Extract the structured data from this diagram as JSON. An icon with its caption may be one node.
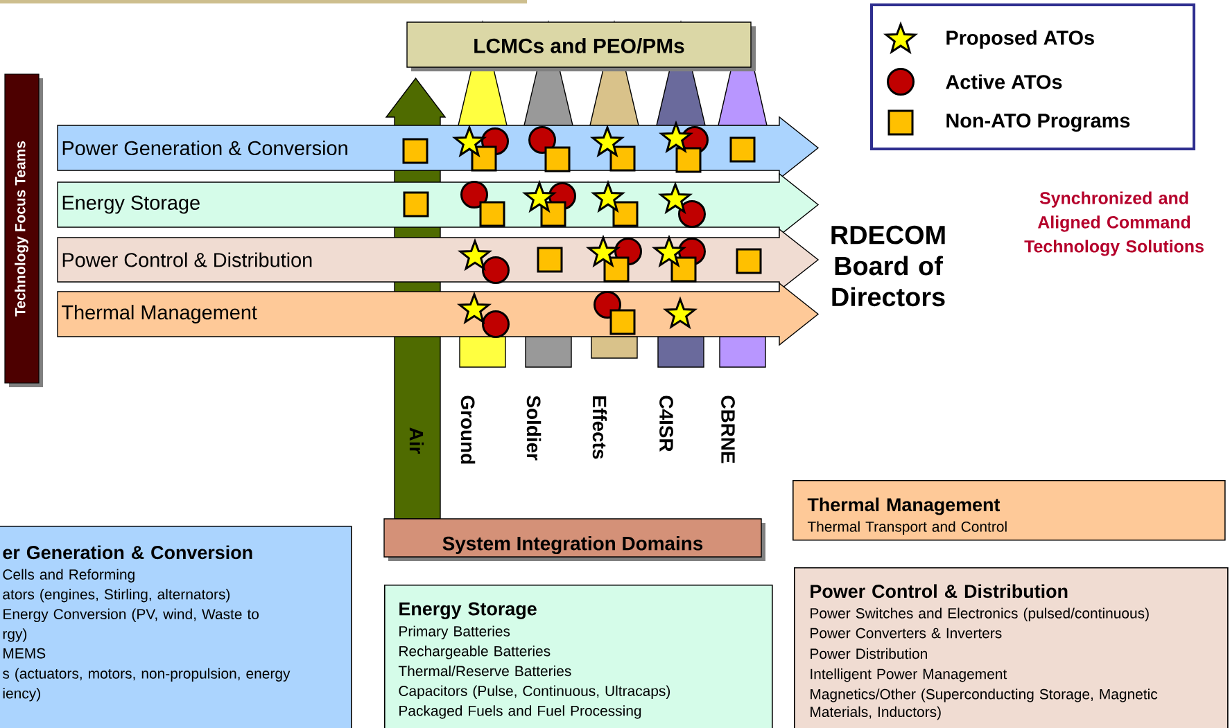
{
  "diagram": {
    "nodes": [
      {
        "text": [
          "Technology  Focus Teams"
        ]
      },
      {
        "text": [
          "Power Generation & Conversion"
        ]
      },
      {
        "text": [
          "Energy Storage"
        ]
      },
      {
        "text": [
          "Power Control & Distribution"
        ]
      },
      {
        "text": [
          "Thermal Management"
        ]
      },
      {
        "text": [
          "LCMCs and PEO/PMs"
        ]
      },
      {
        "text": [
          "Air"
        ]
      },
      {
        "text": [
          "Ground"
        ]
      },
      {
        "text": [
          "Soldier"
        ]
      },
      {
        "text": [
          "Effects"
        ]
      },
      {
        "text": [
          "C4ISR"
        ]
      },
      {
        "text": [
          "CBRNE"
        ]
      },
      {
        "text": [
          "System Integration Domains"
        ]
      },
      {
        "text": [
          "er Generation & Conversion",
          "Cells and Reforming",
          "ators (engines, Stirling, alternators)",
          "Energy Conversion (PV, wind, Waste to",
          "rgy)",
          "MEMS",
          "s (actuators, motors, non-propulsion, energy",
          "iency)"
        ]
      },
      {
        "text": [
          "Energy Storage",
          "Primary Batteries",
          "Rechargeable Batteries",
          "Thermal/Reserve Batteries",
          "Capacitors (Pulse, Continuous, Ultracaps)",
          "Packaged Fuels and Fuel Processing"
        ]
      },
      {
        "text": [
          "Thermal Management",
          "Thermal Transport and Control"
        ]
      },
      {
        "text": [
          "Power Control & Distribution",
          "Power Switches and Electronics (pulsed/continuous)",
          "Power Converters & Inverters",
          "Power Distribution",
          "Intelligent Power Management",
          "Magnetics/Other (Superconducting Storage, Magnetic Materials, Inductors)"
        ]
      }
    ],
    "labels": [
      "RDECOM Board of Directors",
      "Synchronized and Aligned Command Technology Solutions"
    ],
    "legend": [
      {
        "text": "Proposed ATOs"
      },
      {
        "text": "Active ATOs"
      },
      {
        "text": "Non-ATO Programs"
      }
    ]
  }
}
